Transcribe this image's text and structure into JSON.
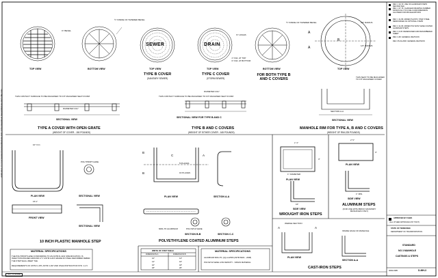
{
  "top_left_section": {
    "top_view": "TOP VIEW",
    "bottom_view": "BOTTOM VIEW",
    "sectional_view": "SECTIONAL VIEW",
    "title": "TYPE  A  COVER WITH OPEN GRATE",
    "subtitle": "(WEIGHT OF COVER - 150 POUNDS)",
    "note_machined": "THIS CONTACT SURFACE TO BE MACHINED TO FIT MACHINED SEAT IN RIM",
    "dim_diameter": "DIAMETER 24¾\"",
    "dim_half": "½\" INSIDE OF TAPERED BEVEL",
    "dim_bevel": "⅜\" BEVEL"
  },
  "covers_section": {
    "type_b_label": "TYPE  B  COVER",
    "type_b_sub": "(SANITARY SEWER)",
    "type_c_label": "TYPE  C  COVER",
    "type_c_sub": "(STORM SEWER)",
    "bottom_view": "BOTTOM VIEW",
    "bottom_for": "FOR BOTH TYPE  B AND  C COVERS",
    "top_view_1": "TOP VIEW",
    "top_view_2": "TOP VIEW",
    "sewer_text": "SEWER",
    "drain_text": "DRAIN",
    "sectional_for": "SECTIONAL VIEW FOR TYPE  B  AND  C",
    "title": "TYPE  B  AND  C  COVERS",
    "subtitle": "(WEIGHT OF EITHER COVER - 165 POUNDS)",
    "note_machined": "THIS CONTACT SURFACE TO BE MACHINED TO FIT MACHINED SEAT IN RIM",
    "dim_diameter": "DIAMETER 24¾\"",
    "dim_half": "½\" INSIDE OF TAPERED BEVEL",
    "dim_holes": "⅜\" HOLES",
    "dim_dia1": "⅞\" DIA. AT TOP",
    "dim_dia2": "⅝\" DIA. AT BOTTOM"
  },
  "rim_section": {
    "top_view": "TOP VIEW",
    "sectional_view": "SECTIONAL VIEW",
    "title": "MANHOLE RIM FOR TYPE A, B AND C COVERS",
    "subtitle": "(WEIGHT OF RIM-225 POUNDS)",
    "label_a1": "A",
    "label_a2": "A",
    "label_b": "B",
    "radius_1": "1/2\" RADIUS",
    "radius_2": "1/2\" RADIUS",
    "note_seat": "THIS SEAT TO BE MACHINED TO FIT MACHINED COVER",
    "section_aa": "SECTION A-A"
  },
  "plastic_step": {
    "dim_top": "10\" O.C.",
    "polypropylene": "POLYPROPYLENE",
    "plan_view": "PLAN VIEW",
    "sectional_view": "SECTIONAL VIEW",
    "front_view": "FRONT VIEW",
    "section_view": "SECTIONAL VIEW",
    "title": "10 INCH PLASTIC MANHOLE STEP",
    "dim_front": "15⅞\""
  },
  "aluminum_coated": {
    "label_b1": "B",
    "label_b2": "B",
    "label_c": "C",
    "label_a": "A",
    "places": "5 PLACES",
    "places2": "16 PLACES",
    "plan_view": "PLAN VIEW",
    "section_aa": "SECTION A-A",
    "section_bb": "SECTION B-B",
    "section_cc": "SECTION C-C",
    "polyethylene": "POLYETHYLENE",
    "aluminum": "6061-T6 ALUMINUM",
    "title": "POLYETHYLENE COATED ALUMINUM STEPS"
  },
  "material_spec_left": {
    "heading": "MATERIAL SPECIFICATIONS",
    "text1": "THE POLYPROPYLENE CONFORMING TO AN ASTM D-4101 SPECIFICATION, IS INJECTION MOLDED AROUND A ½\" ASTM A-615 GRADE 60 STEEL DEFORMED REBAR. THE STEP SHALL MEET THE",
    "text2": "REQUIREMENTS OF ASTM C-478, ASTM C-497 AND OSHA INSTRUCTION STD. 1-1.5"
  },
  "step_table": {
    "heading": "WIDTH OF STEP TABLE",
    "col1": "DIMENSION A",
    "col2": "DIMENSION B",
    "rows": [
      [
        "12\"",
        "14\""
      ],
      [
        "14\"",
        "16\""
      ],
      [
        "16\"",
        "18\""
      ],
      [
        "18\"",
        "20\""
      ]
    ]
  },
  "material_spec_mid": {
    "heading": "MATERIAL SPECIFICATIONS",
    "item1": "ALUMINUM 6061-T6, QQ-A-225/8 (ASTM B221 - 2008)",
    "item2": "POLYETHYLENE LOW DENSITY - VIRGIN MATERIAL"
  },
  "wrought_iron": {
    "plan_view": "PLAN VIEW",
    "side_view": "SIDE VIEW",
    "title": "WROUGHT IRON STEPS",
    "dim_diameter": "1\" DIAMETER",
    "dim_top": "2 ⅞\"",
    "dim_a": "3\"",
    "dim_b": "16\""
  },
  "aluminum_steps": {
    "plan_view": "PLAN VIEW",
    "side_view": "SIDE VIEW",
    "title": "ALUMINUM STEPS",
    "subtitle": "(FOR USE WITH BRICK MASONRY MANHOLES ONLY)",
    "dim_top": "2 ½\"",
    "dim_a": "3\"",
    "dim_b": "1\" MIN."
  },
  "cast_iron": {
    "label_a1": "A",
    "label_a2": "A",
    "wedge": "WEDGE SECTION",
    "inside": "INSIDE FACE OF MANHOLE",
    "plan_view": "PLAN VIEW",
    "section_aa": "SECTION A-A",
    "title": "CAST-IRON STEPS"
  },
  "revisions": [
    "REV. 1  10-73:  USE OF ALUMINUM STEPS RESTRICTED.",
    "REV. 1  07-76:  CHANGED DRAWING NUMBER FROM D-M-3 TO D-MH-3 AND DIMENSION ALLOWED FOR RIM ELEVATIONS",
    "REV. 1  11-89:  ADDED PLASTIC STEP, STEEL REINFORCED AS OPTIONAL STEPS",
    "REV. 2  11-96:  ADDED POLYETHYLENE COATED ALUMINUM STEPS",
    "REV. 3  3-06:  REDESIGNED AND RENUMBERED SHEET",
    "REV. 4-96:  GENERAL REVISION",
    "REV. 05-02-2000:  GENERAL REVISION"
  ],
  "approval": {
    "approved_label": "APPROVED BY FHWA",
    "revisions_note": "(ALL OTHER APPROVALS BY TDOT)"
  },
  "title_block": {
    "state": "STATE OF TENNESSEE",
    "dept": "DEPARTMENT OF TRANSPORTATION",
    "standard": "STANDARD",
    "drawing_title_1": "NO 3 MANHOLE",
    "drawing_title_2": "CASTINGS & STEPS",
    "drawing_no": "D-MH-3",
    "date": "06/01/1985"
  },
  "footer": {
    "not_to_scale": "NOT TO SCALE"
  },
  "side_text": "d-mh3.dgn  1 2 3 1 2 4   Standard Drawings\\Manholes  Path: D:\\Std-Dwgs\\Road Design\\Manholes  File:D-MH-3.dgn"
}
